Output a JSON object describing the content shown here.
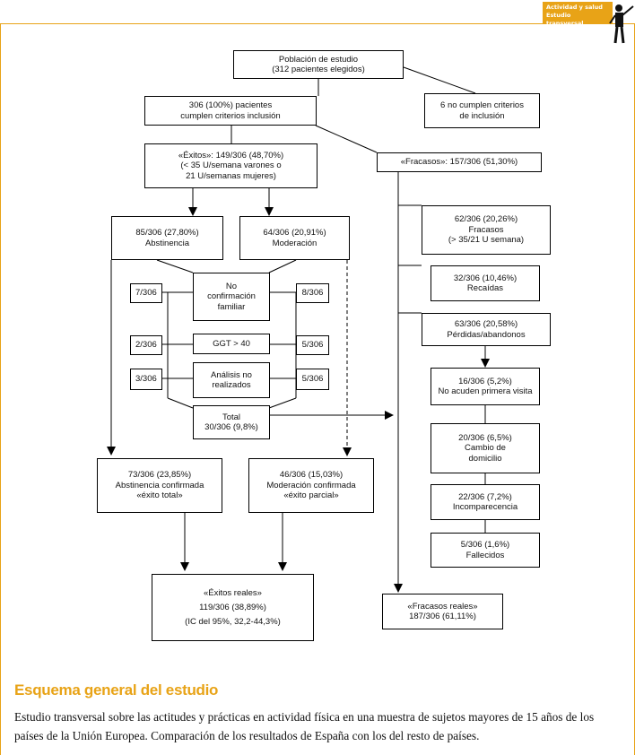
{
  "header": {
    "badge_line1": "Actividad y salud",
    "badge_line2": "Estudio transversal"
  },
  "nodes": {
    "poblacion": "Población de estudio\n(312 pacientes elegidos)",
    "cumplen": "306 (100%) pacientes\ncumplen criterios inclusión",
    "no_cumplen": "6 no cumplen criterios\nde inclusión",
    "exitos": "«Éxitos»: 149/306 (48,70%)\n(< 35 U/semana varones o\n21 U/semanas mujeres)",
    "fracasos": "«Fracasos»: 157/306 (51,30%)",
    "abstinencia": "85/306 (27,80%)\nAbstinencia",
    "moderacion": "64/306 (20,91%)\nModeración",
    "fracasos_sub": "62/306 (20,26%)\nFracasos\n(> 35/21 U semana)",
    "recaidas": "32/306 (10,46%)\nRecaídas",
    "perdidas": "63/306 (20,58%)\nPérdidas/abandonos",
    "no_confirmacion": "No\nconfirmación\nfamiliar",
    "ggt": "GGT > 40",
    "analisis": "Análisis no\nrealizados",
    "total": "Total\n30/306 (9,8%)",
    "l1": "7/306",
    "l2": "2/306",
    "l3": "3/306",
    "r1": "8/306",
    "r2": "5/306",
    "r3": "5/306",
    "no_acuden": "16/306 (5,2%)\nNo acuden primera visita",
    "cambio": "20/306 (6,5%)\nCambio de\ndomicilio",
    "incomparecencia": "22/306 (7,2%)\nIncomparecencia",
    "fallecidos": "5/306 (1,6%)\nFallecidos",
    "abst_conf": "73/306 (23,85%)\nAbstinencia confirmada\n«éxito total»",
    "mod_conf": "46/306 (15,03%)\nModeración confirmada\n«éxito parcial»",
    "exitos_reales": "«Éxitos reales»\n119/306 (38,89%)\n(IC del 95%, 32,2-44,3%)",
    "fracasos_reales": "«Fracasos reales»\n187/306 (61,11%)"
  },
  "section_title": "Esquema general del estudio",
  "caption": "Estudio transversal sobre las actitudes y prácticas en actividad física en una muestra de sujetos mayores de 15 años de los países de la Unión Europea. Comparación de los resultados de España con los del resto de países.",
  "colors": {
    "accent": "#E8A317",
    "line": "#000000"
  }
}
